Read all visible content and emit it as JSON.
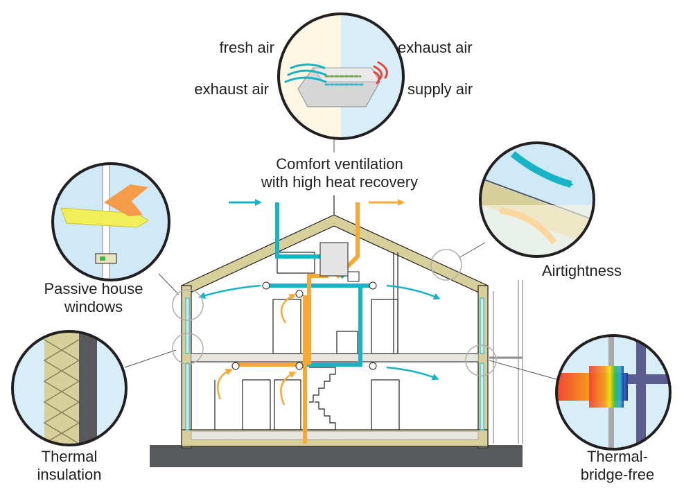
{
  "heat_exchanger": {
    "fresh_air": "fresh air",
    "exhaust_air_out": "exhaust air",
    "exhaust_air_in": "exhaust air",
    "supply_air": "supply air"
  },
  "labels": {
    "ventilation_line1": "Comfort ventilation",
    "ventilation_line2": "with high heat recovery",
    "airtightness": "Airtightness",
    "windows_line1": "Passive house",
    "windows_line2": "windows",
    "insulation_line1": "Thermal",
    "insulation_line2": "insulation",
    "bridge_line1": "Thermal-",
    "bridge_line2": "bridge-free"
  },
  "colors": {
    "insulation": "#d8d09a",
    "cool_air": "#19b3c6",
    "warm_air": "#f7a934",
    "hot_air": "#ef4036",
    "ground": "#58595b",
    "outline": "#231f20",
    "window": "#cfe9f6"
  }
}
